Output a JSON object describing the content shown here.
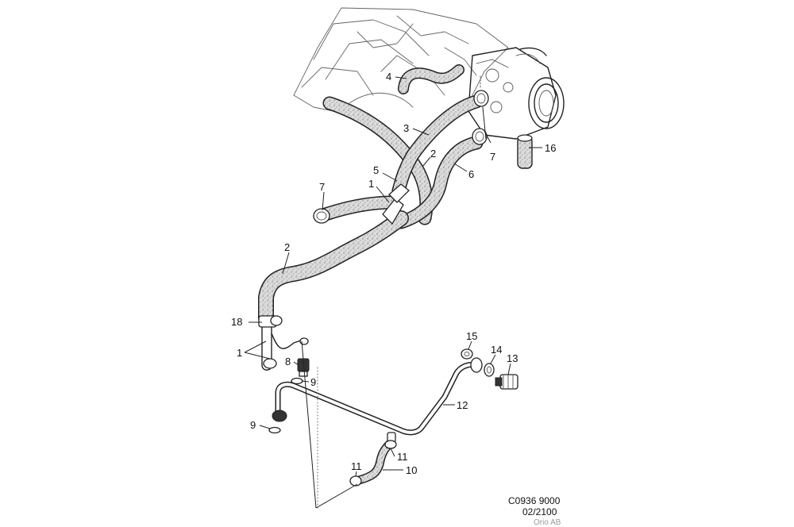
{
  "diagram": {
    "callouts": [
      "1",
      "2",
      "3",
      "4",
      "5",
      "6",
      "7",
      "8",
      "9",
      "10",
      "11",
      "12",
      "13",
      "14",
      "15",
      "16",
      "18"
    ],
    "drawing_code": "C0936 9000",
    "date": "02/2100",
    "copyright": "Orio AB"
  },
  "colors": {
    "ink": "#222222",
    "hose_fill": "#d9d9d9",
    "hose_speckle": "#8a8a8a",
    "copyright_gray": "#9a9a9a"
  }
}
